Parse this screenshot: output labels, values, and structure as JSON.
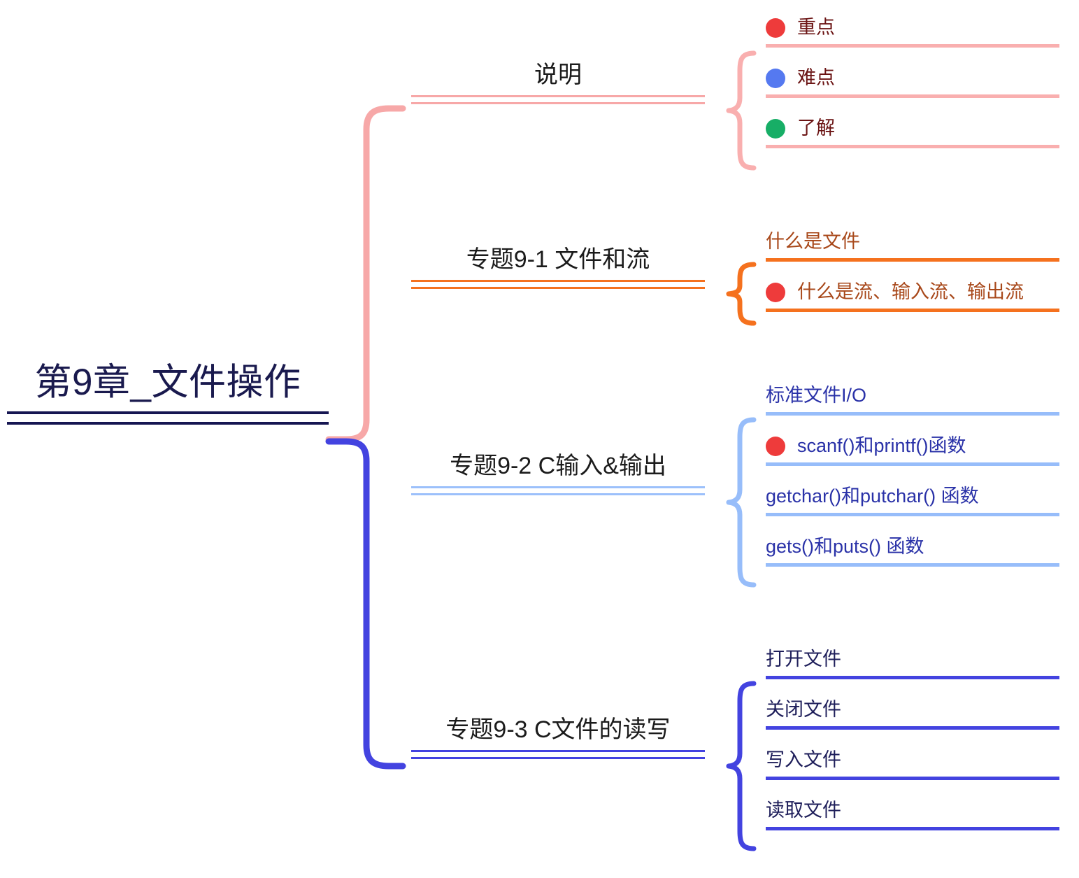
{
  "diagram": {
    "type": "mindmap",
    "title": "第9章_文件操作",
    "root": {
      "label": "第9章_文件操作",
      "color": "#161652"
    },
    "branches": [
      {
        "label": "说明",
        "color": "#f7a8a8",
        "leaf_text_color": "#6b1414",
        "leaves": [
          {
            "label": "重点",
            "marker": "red-dot",
            "marker_color": "#ee3b3b"
          },
          {
            "label": "难点",
            "marker": "blue-dot",
            "marker_color": "#5579f0"
          },
          {
            "label": "了解",
            "marker": "green-dot",
            "marker_color": "#17ae66"
          }
        ]
      },
      {
        "label": "专题9-1 文件和流",
        "color": "#f5711e",
        "leaf_text_color": "#a8481a",
        "leaves": [
          {
            "label": "什么是文件",
            "marker": "none",
            "marker_color": ""
          },
          {
            "label": "什么是流、输入流、输出流",
            "marker": "red-dot",
            "marker_color": "#ee3b3b"
          }
        ]
      },
      {
        "label": "专题9-2 C输入&输出",
        "color": "#97bdfa",
        "leaf_text_color": "#2a32a8",
        "leaves": [
          {
            "label": "标准文件I/O",
            "marker": "none",
            "marker_color": ""
          },
          {
            "label": "scanf()和printf()函数",
            "marker": "red-dot",
            "marker_color": "#ee3b3b"
          },
          {
            "label": "getchar()和putchar() 函数",
            "marker": "none",
            "marker_color": ""
          },
          {
            "label": "gets()和puts() 函数",
            "marker": "none",
            "marker_color": ""
          }
        ]
      },
      {
        "label": "专题9-3 C文件的读写",
        "color": "#4343e0",
        "leaf_text_color": "#1e1e5a",
        "leaves": [
          {
            "label": "打开文件",
            "marker": "none",
            "marker_color": ""
          },
          {
            "label": "关闭文件",
            "marker": "none",
            "marker_color": ""
          },
          {
            "label": "写入文件",
            "marker": "none",
            "marker_color": ""
          },
          {
            "label": "读取文件",
            "marker": "none",
            "marker_color": ""
          }
        ]
      }
    ]
  }
}
